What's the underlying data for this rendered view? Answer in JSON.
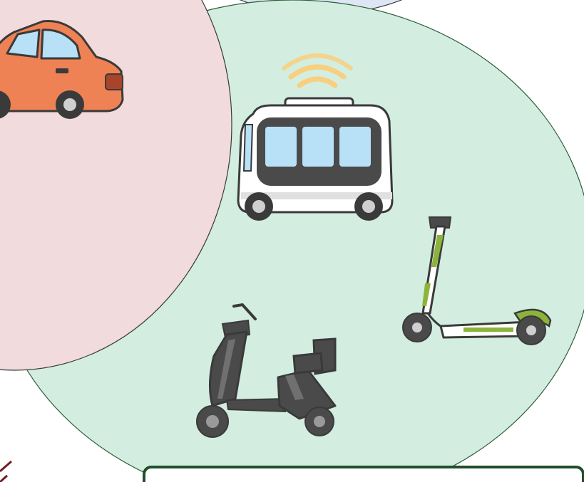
{
  "colors": {
    "private_circle_fill": "#f1dbdd",
    "shared_circle_fill": "#d3eee0",
    "top_circle_fill": "#dfe6f3",
    "outline": "#3a3a3a",
    "car_body": "#ef8254",
    "window_blue": "#b8e0f7",
    "shuttle_white": "#ffffff",
    "shuttle_dark": "#4a4a4a",
    "signal_yellow": "#f8cf7e",
    "scooter_green": "#8cb43a",
    "mobility_dark": "#4a4a4a",
    "label_border": "#1f4f2b"
  },
  "vehicles": [
    {
      "id": "car",
      "icon": "car-icon"
    },
    {
      "id": "autonomous-shuttle",
      "icon": "autonomous-shuttle-icon"
    },
    {
      "id": "electric-kick-scooter",
      "icon": "electric-scooter-icon"
    },
    {
      "id": "mobility-scooter",
      "icon": "mobility-scooter-icon"
    }
  ],
  "label_box": {
    "text": ""
  }
}
